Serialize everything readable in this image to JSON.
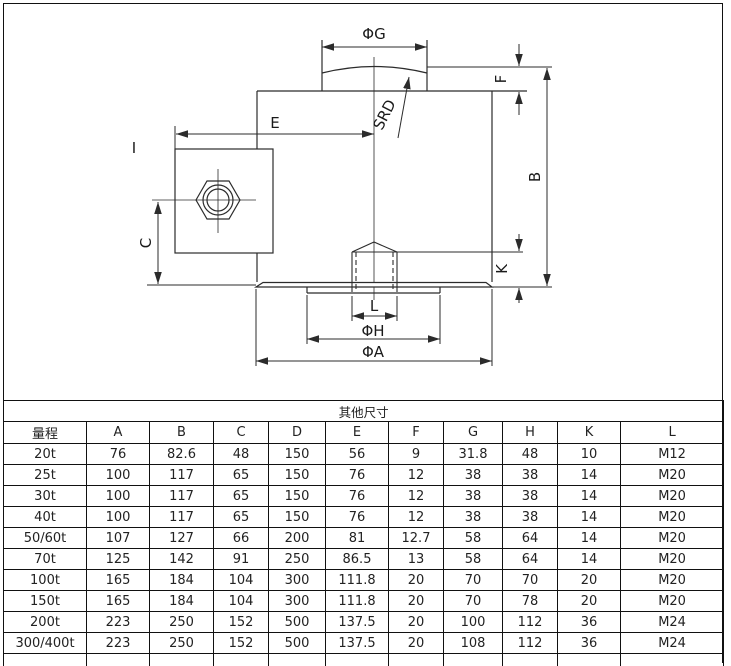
{
  "drawing": {
    "labels": {
      "dia_g": "ΦG",
      "f": "F",
      "srd": "SRD",
      "e": "E",
      "section": "I",
      "b": "B",
      "c": "C",
      "k": "K",
      "l": "L",
      "dia_h": "ΦH",
      "dia_a": "ΦA"
    }
  },
  "table": {
    "title": "其他尺寸",
    "columns": [
      "量程",
      "A",
      "B",
      "C",
      "D",
      "E",
      "F",
      "G",
      "H",
      "K",
      "L"
    ],
    "rows": [
      [
        "20t",
        "76",
        "82.6",
        "48",
        "150",
        "56",
        "9",
        "31.8",
        "48",
        "10",
        "M12"
      ],
      [
        "25t",
        "100",
        "117",
        "65",
        "150",
        "76",
        "12",
        "38",
        "38",
        "14",
        "M20"
      ],
      [
        "30t",
        "100",
        "117",
        "65",
        "150",
        "76",
        "12",
        "38",
        "38",
        "14",
        "M20"
      ],
      [
        "40t",
        "100",
        "117",
        "65",
        "150",
        "76",
        "12",
        "38",
        "38",
        "14",
        "M20"
      ],
      [
        "50/60t",
        "107",
        "127",
        "66",
        "200",
        "81",
        "12.7",
        "58",
        "64",
        "14",
        "M20"
      ],
      [
        "70t",
        "125",
        "142",
        "91",
        "250",
        "86.5",
        "13",
        "58",
        "64",
        "14",
        "M20"
      ],
      [
        "100t",
        "165",
        "184",
        "104",
        "300",
        "111.8",
        "20",
        "70",
        "70",
        "20",
        "M20"
      ],
      [
        "150t",
        "165",
        "184",
        "104",
        "300",
        "111.8",
        "20",
        "70",
        "78",
        "20",
        "M20"
      ],
      [
        "200t",
        "223",
        "250",
        "152",
        "500",
        "137.5",
        "20",
        "100",
        "112",
        "36",
        "M24"
      ],
      [
        "300/400t",
        "223",
        "250",
        "152",
        "500",
        "137.5",
        "20",
        "108",
        "112",
        "36",
        "M24"
      ]
    ]
  },
  "colors": {
    "line": "#2b2b2b",
    "text": "#1a1a1a",
    "border": "#111111",
    "background": "#ffffff"
  }
}
